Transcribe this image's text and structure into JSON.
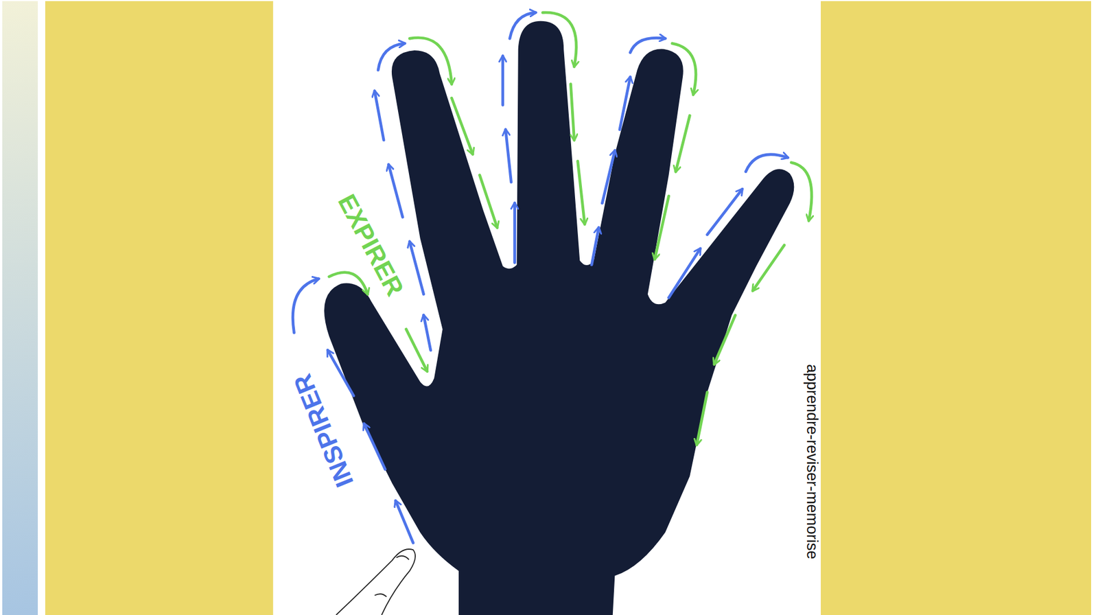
{
  "diagram": {
    "labels": [
      "INSPIRER",
      "EXPIRER",
      "apprendre-reviser-memorise"
    ]
  }
}
